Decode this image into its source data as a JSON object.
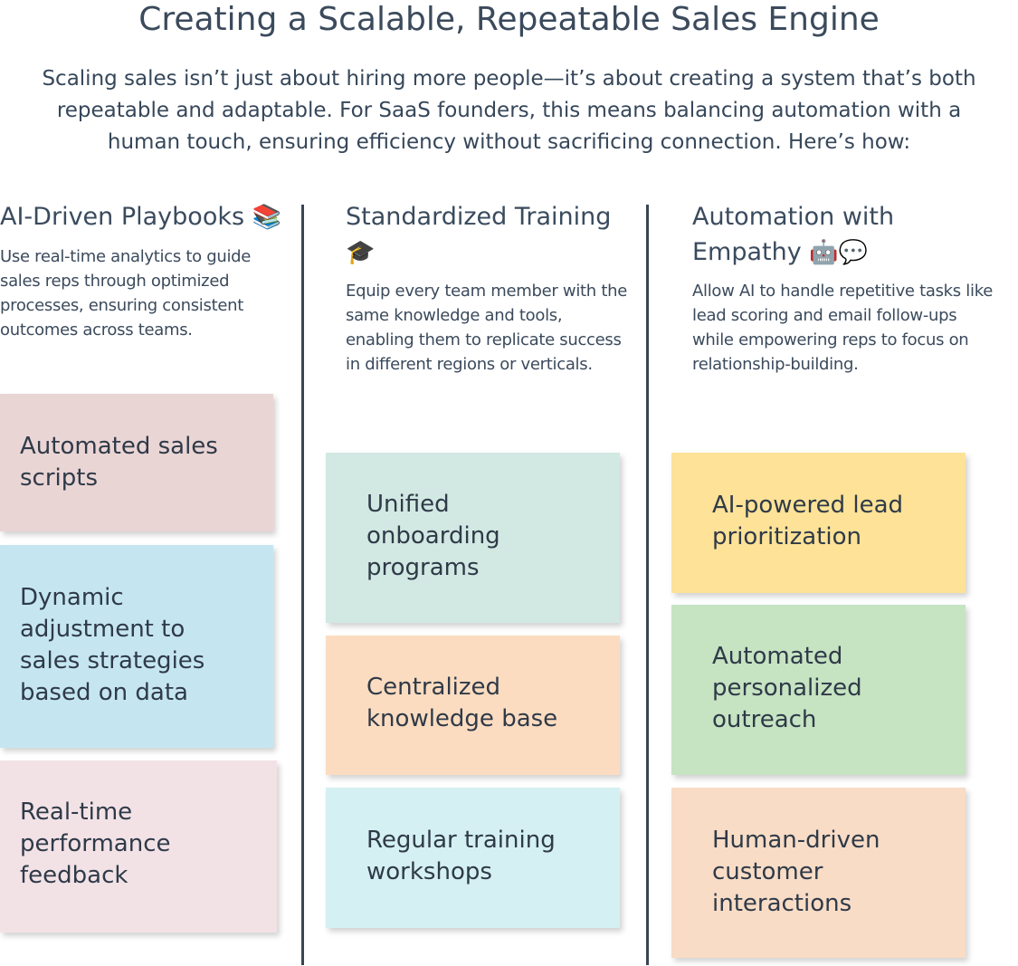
{
  "title": "Creating a Scalable, Repeatable Sales Engine",
  "intro": "Scaling sales isn’t just about hiring more people—it’s about creating a system that’s both repeatable and adaptable. For SaaS founders, this means balancing automation with a human touch, ensuring efficiency without sacrificing connection. Here’s how:",
  "columns": [
    {
      "heading": "AI-Driven Playbooks",
      "icons": [
        "📚"
      ],
      "icon_names": [
        "books-icon"
      ],
      "description": "Use real-time analytics to guide sales reps through optimized processes, ensuring consistent outcomes across teams.",
      "cards": [
        {
          "label": "Automated sales scripts",
          "color": "#ead5d5"
        },
        {
          "label": "Dynamic adjustment to sales strategies based on data",
          "color": "#c5e6f0"
        },
        {
          "label": "Real-time performance feedback",
          "color": "#f2e2e6"
        }
      ]
    },
    {
      "heading": "Standardized Training",
      "icons": [
        "🎓"
      ],
      "icon_names": [
        "graduation-cap-icon"
      ],
      "description": "Equip every team member with the same knowledge and tools, enabling them to replicate success in different regions or verticals.",
      "cards": [
        {
          "label": "Unified onboarding programs",
          "color": "#d2e8e2"
        },
        {
          "label": "Centralized knowledge base",
          "color": "#fcdcc0"
        },
        {
          "label": "Regular training workshops",
          "color": "#d4f0f2"
        }
      ]
    },
    {
      "heading": "Automation with Empathy",
      "icons": [
        "🤖",
        "💬"
      ],
      "icon_names": [
        "robot-icon",
        "speech-bubble-icon"
      ],
      "description": "Allow AI to handle repetitive tasks like lead scoring and email follow-ups while empowering reps to focus on relationship-building.",
      "cards": [
        {
          "label": "AI-powered lead prioritization",
          "color": "#fde297"
        },
        {
          "label": "Automated personalized outreach",
          "color": "#c6e3c2"
        },
        {
          "label": "Human-driven customer interactions",
          "color": "#f8dcc6"
        }
      ]
    }
  ]
}
